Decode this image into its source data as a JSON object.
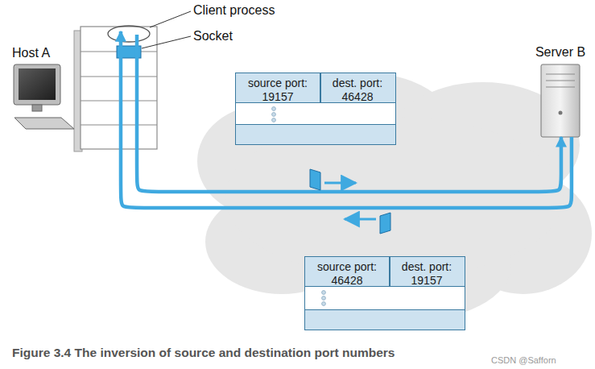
{
  "diagram": {
    "caption": "Figure 3.4 The inversion of source and destination port numbers",
    "nodes": [
      {
        "text": [
          "Host A"
        ]
      },
      {
        "text": [
          "Server B"
        ]
      },
      {
        "text": [
          "source port:",
          "19157",
          "dest. port:",
          "46428"
        ]
      },
      {
        "text": [
          "source port:",
          "46428",
          "dest. port:",
          "19157"
        ]
      }
    ],
    "edges": [
      {
        "from": 0,
        "to": 1,
        "arrow": "to"
      },
      {
        "from": 1,
        "to": 0,
        "arrow": "to"
      }
    ],
    "labels": [
      "Client process",
      "Socket",
      "CSDN @Safforn"
    ]
  }
}
